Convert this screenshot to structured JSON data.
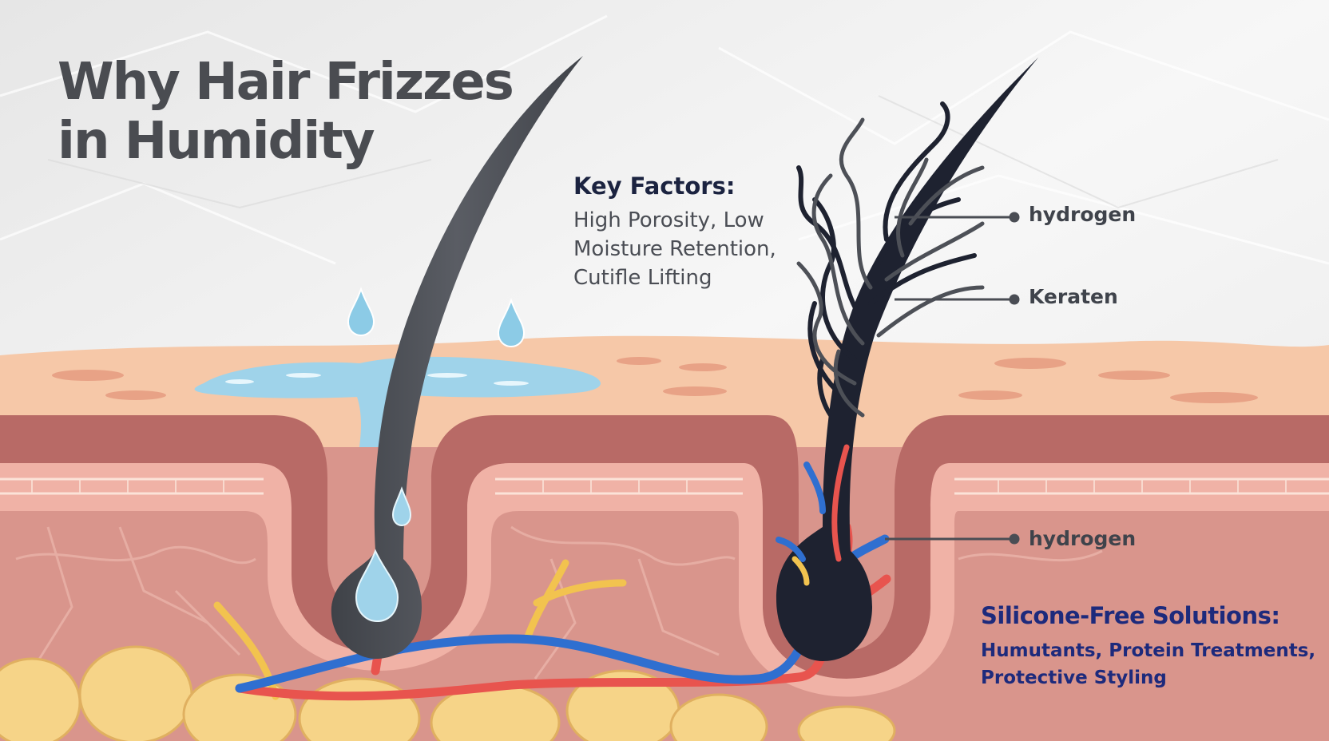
{
  "title": "Why Hair Frizzes in Humidity",
  "key_factors": {
    "heading": "Key Factors:",
    "body": "High Porosity, Low Moisture Retention, Cutifle Lifting"
  },
  "labels": [
    "hydrogen",
    "Keraten",
    "hydrogen"
  ],
  "solutions": {
    "heading": "Silicone-Free Solutions:",
    "body": "Humutants, Protein Treatments, Protective Styling"
  },
  "colors": {
    "title": "#4a4c51",
    "heading_dark": "#1b2340",
    "solutions_navy": "#1d2a7c",
    "hair_smooth": "#4d5057",
    "hair_frizzy": "#1e2230",
    "skin_top": "#f6c8a8",
    "dermis": "#d9958c",
    "water": "#9fd3ea",
    "vessel_red": "#e8544e",
    "vessel_blue": "#2f6fd0",
    "nerve_yellow": "#f2c34f",
    "fat": "#f6d488"
  }
}
